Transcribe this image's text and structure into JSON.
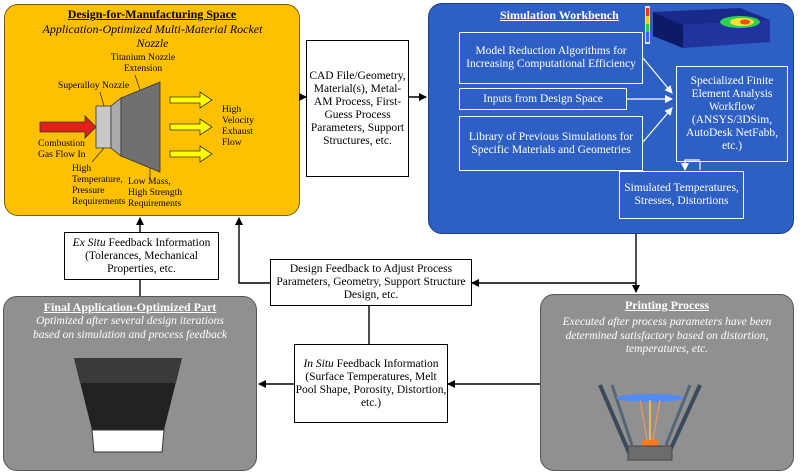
{
  "design_space": {
    "title": "Design-for-Manufacturing Space",
    "subtitle": "Application-Optimized Multi-Material Rocket Nozzle",
    "labels": {
      "titanium": "Titanium Nozzle Extension",
      "superalloy": "Superalloy Nozzle",
      "combustion": "Combustion Gas Flow In",
      "exhaust": "High Velocity Exhaust Flow",
      "high_temp": "High Temperature, Pressure Requirements",
      "low_mass": "Low Mass, High Strength Requirements"
    }
  },
  "cad_box": "CAD File/Geometry, Material(s), Metal-AM Process, First-Guess Process Parameters, Support Structures, etc.",
  "simulation": {
    "title": "Simulation Workbench",
    "model_reduction": "Model Reduction Algorithms for Increasing Computational Efficiency",
    "inputs": "Inputs from Design Space",
    "library": "Library of Previous Simulations for Specific Materials and Geometries",
    "fea": "Specialized Finite Element Analysis Workflow (ANSYS/3DSim, AutoDesk NetFabb, etc.)",
    "simulated": "Simulated Temperatures, Stresses, Distortions"
  },
  "ex_situ": {
    "italic": "Ex Situ",
    "text": " Feedback Information (Tolerances, Mechanical Properties, etc."
  },
  "design_feedback": "Design Feedback to Adjust Process Parameters, Geometry, Support Structure Design, etc.",
  "final_part": {
    "title": "Final Application-Optimized Part",
    "subtitle": "Optimized after several design iterations based on simulation and process feedback"
  },
  "in_situ": {
    "italic": "In Situ",
    "text": " Feedback Information (Surface Temperatures, Melt Pool Shape, Porosity, Distortion, etc.)"
  },
  "printing": {
    "title": "Printing Process",
    "subtitle": "Executed after process parameters have been determined satisfactory based on distortion, temperatures, etc."
  },
  "colors": {
    "design_panel": "#FFC000",
    "simulation_panel": "#2E5FC4",
    "gray_panel": "#909090",
    "arrow_red": "#E0201B",
    "arrow_yellow": "#FFFF00"
  }
}
